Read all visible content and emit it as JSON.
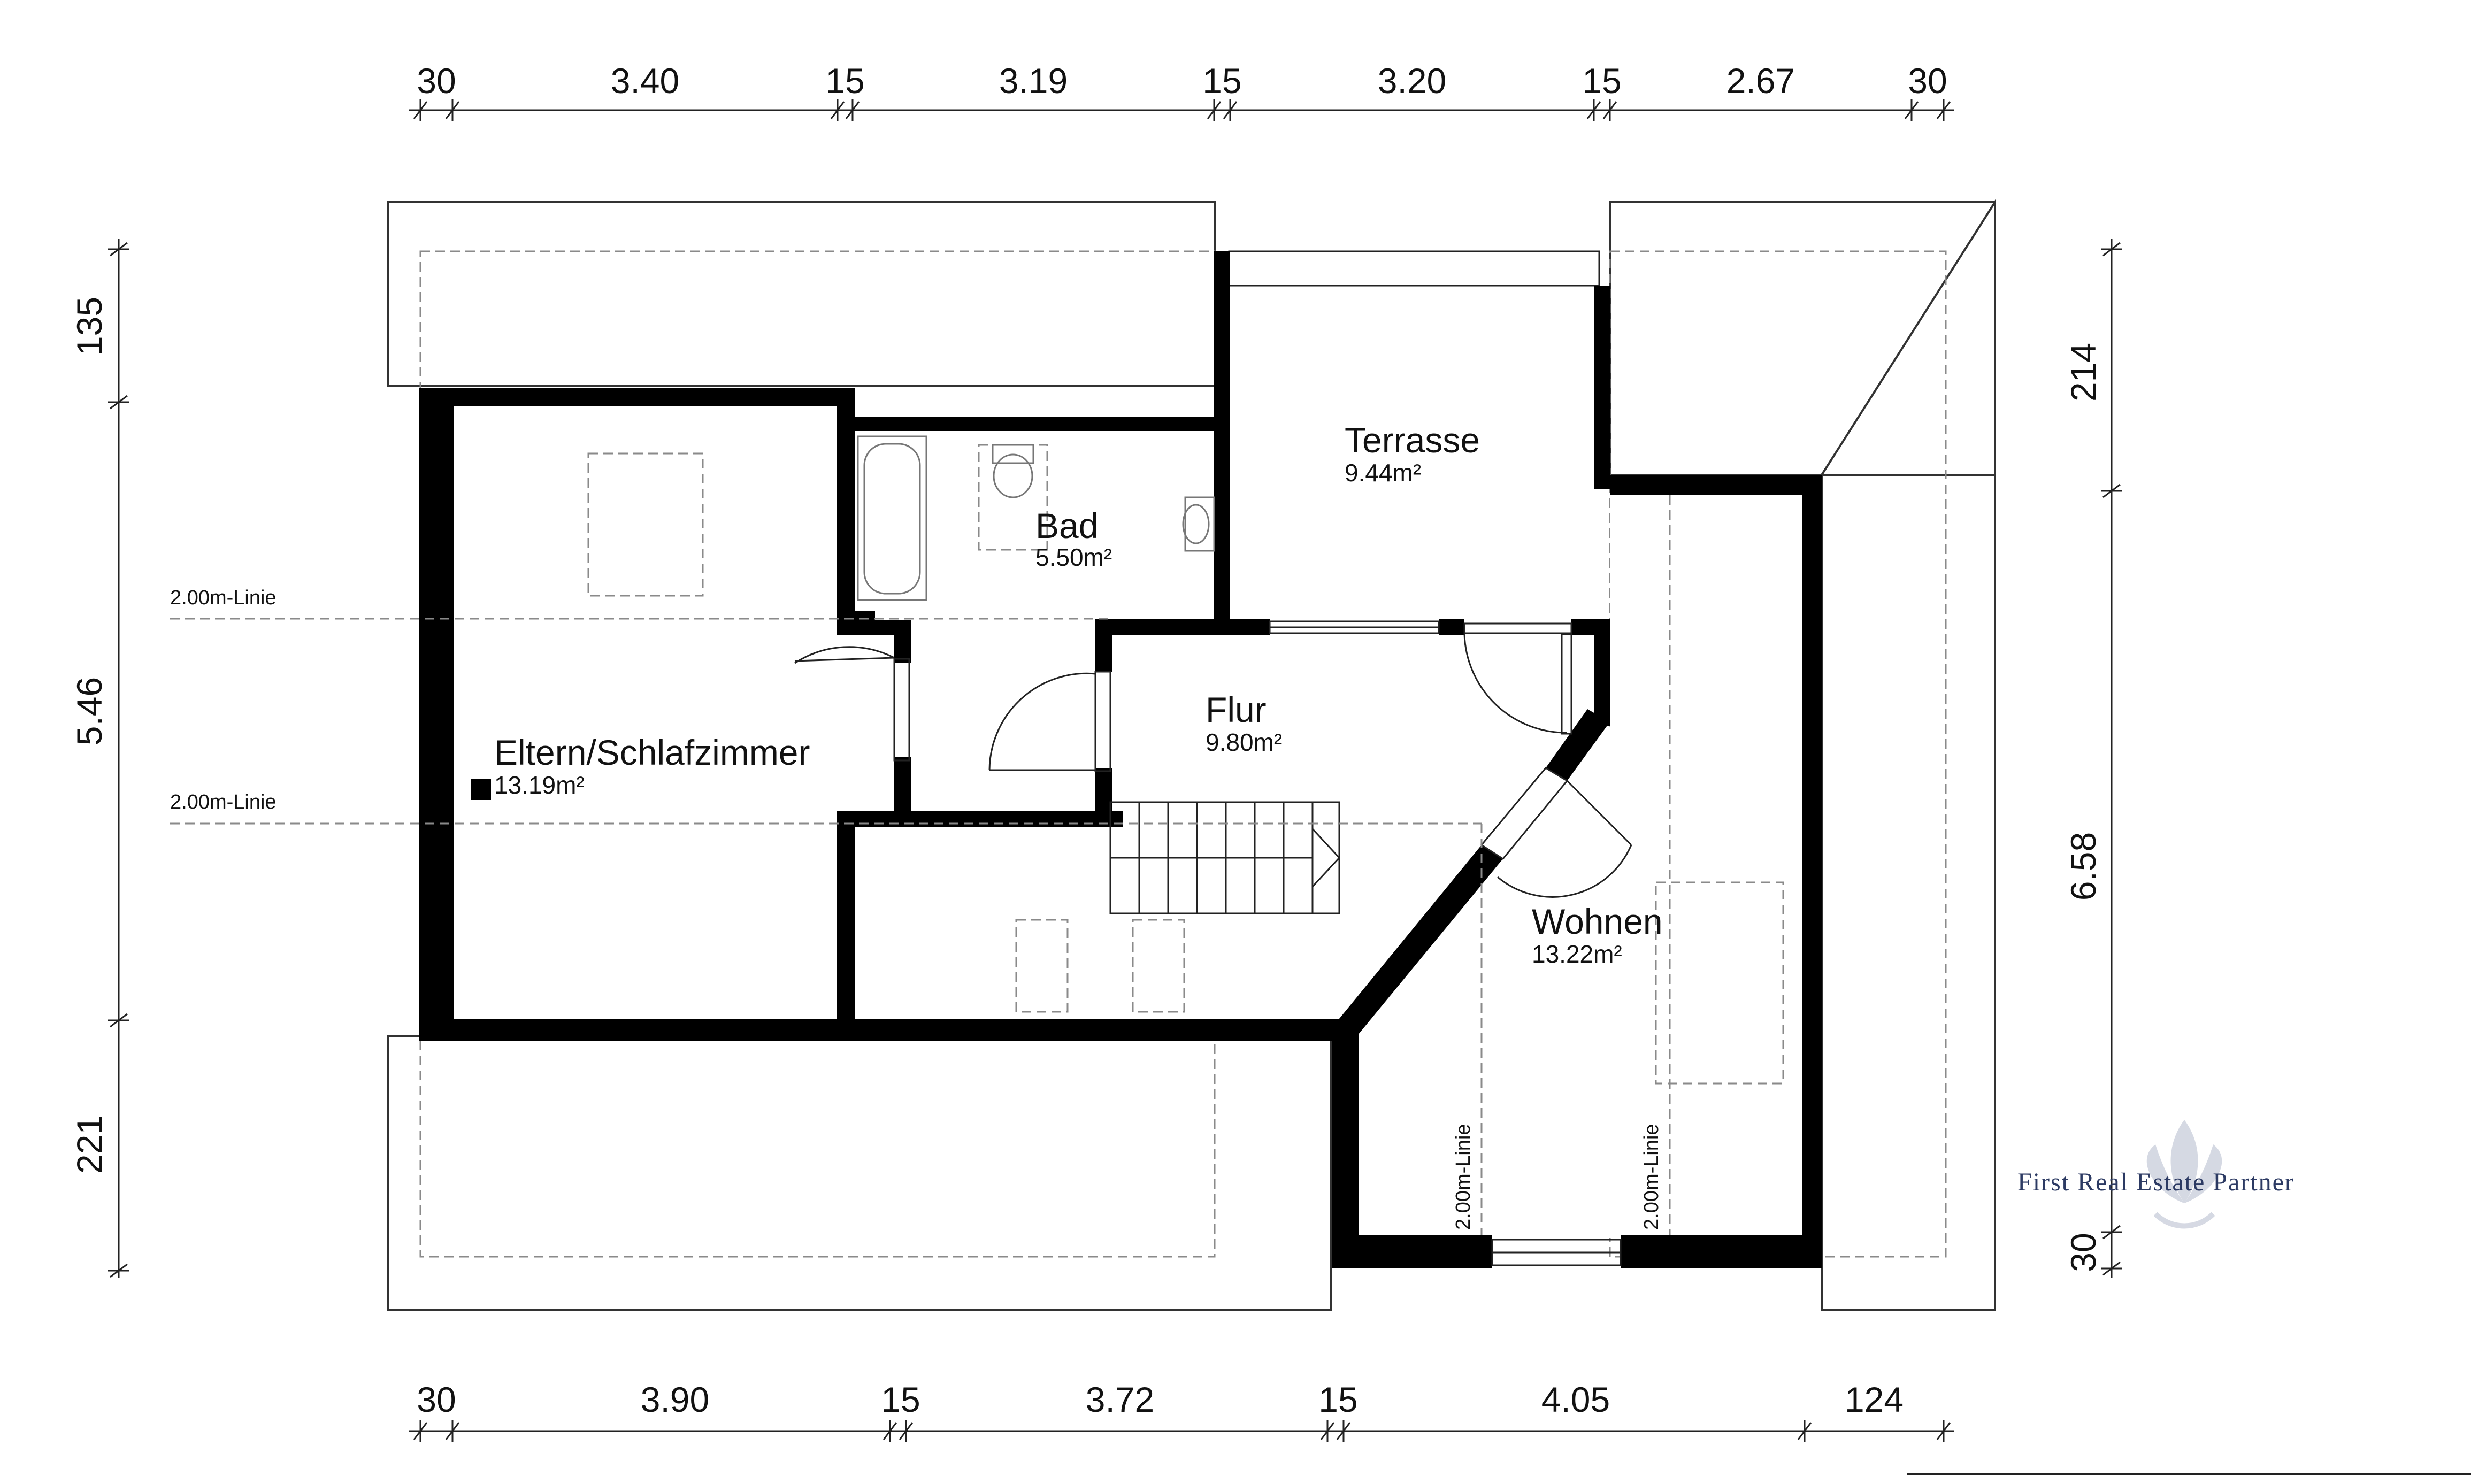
{
  "dimensions": {
    "top": [
      "30",
      "3.40",
      "15",
      "3.19",
      "15",
      "3.20",
      "15",
      "2.67",
      "30"
    ],
    "bottom": [
      "30",
      "3.90",
      "15",
      "3.72",
      "15",
      "4.05",
      "124"
    ],
    "left": [
      "135",
      "5.46",
      "221"
    ],
    "right": [
      "214",
      "6.58",
      "30"
    ]
  },
  "rooms": [
    {
      "name": "Terrasse",
      "area": "9.44m²"
    },
    {
      "name": "Bad",
      "area": "5.50m²"
    },
    {
      "name": "Flur",
      "area": "9.80m²"
    },
    {
      "name": "Eltern/Schlafzimmer",
      "area": "13.19m²"
    },
    {
      "name": "Wohnen",
      "area": "13.22m²"
    }
  ],
  "line_labels": [
    "2.00m-Linie",
    "2.00m-Linie",
    "2.00m-Linie",
    "2.00m-Linie"
  ],
  "logo": {
    "text": "First Real Estate Partner"
  }
}
